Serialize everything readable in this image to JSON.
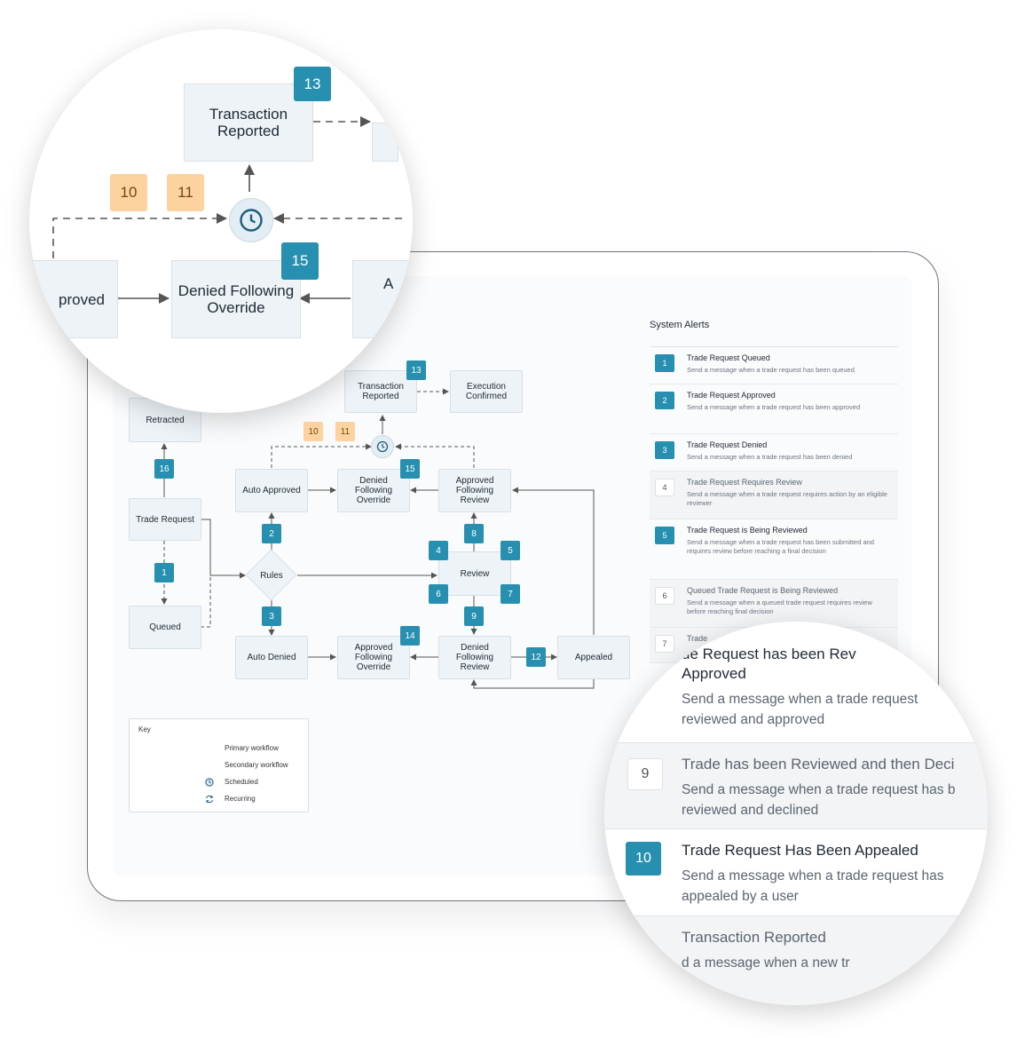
{
  "diagram": {
    "nodes": {
      "transaction_reported": "Transaction Reported",
      "execution_confirmed": "Execution Confirmed",
      "retracted": "Retracted",
      "auto_approved": "Auto Approved",
      "denied_following_override": "Denied Following Override",
      "approved_following_review": "Approved Following Review",
      "trade_request": "Trade Request",
      "rules": "Rules",
      "review": "Review",
      "queued": "Queued",
      "auto_denied": "Auto Denied",
      "approved_following_override": "Approved Following Override",
      "denied_following_review": "Denied Following Review",
      "appealed": "Appealed"
    },
    "badges": {
      "b1": "1",
      "b2": "2",
      "b3": "3",
      "b4": "4",
      "b5": "5",
      "b6": "6",
      "b7": "7",
      "b8": "8",
      "b9": "9",
      "b10": "10",
      "b11": "11",
      "b12": "12",
      "b13": "13",
      "b14": "14",
      "b15": "15",
      "b16": "16"
    }
  },
  "key": {
    "title": "Key",
    "primary": "Primary workflow",
    "secondary": "Secondary workflow",
    "scheduled": "Scheduled",
    "recurring": "Recurring"
  },
  "alerts": {
    "title": "System Alerts",
    "items": [
      {
        "num": "1",
        "title": "Trade Request Queued",
        "desc": "Send a message when a trade request has been queued"
      },
      {
        "num": "2",
        "title": "Trade Request Approved",
        "desc": "Send a message when a trade request has been approved"
      },
      {
        "num": "3",
        "title": "Trade Request Denied",
        "desc": "Send a message when a trade request has been denied"
      },
      {
        "num": "4",
        "title": "Trade Request Requires Review",
        "desc": "Send a message when a trade request requires action by an eligible reviewer"
      },
      {
        "num": "5",
        "title": "Trade Request is Being Reviewed",
        "desc": "Send a message when a trade request has been submitted and requires review before reaching a final decision"
      },
      {
        "num": "6",
        "title": "Queued Trade Request is Being Reviewed",
        "desc": "Send a message when a queued trade request requires review before reaching final decision"
      },
      {
        "num": "7",
        "title": "Trade"
      }
    ]
  },
  "zoom_top": {
    "transaction_reported": "Transaction Reported",
    "badge13": "13",
    "badge10": "10",
    "badge11": "11",
    "badge15": "15",
    "approved_partial": "proved",
    "denied_following_override": "Denied Following Override",
    "right_partial": "A"
  },
  "zoom_bottom": {
    "row8_title": "ue Request has been Rev",
    "row8_title2": "Approved",
    "row8_desc": "Send a message when a trade request",
    "row8_desc2": "reviewed and approved",
    "row9_num": "9",
    "row9_title": "Trade has been Reviewed and then Deci",
    "row9_desc": "Send a message when a trade request has b",
    "row9_desc2": "reviewed and declined",
    "row10_num": "10",
    "row10_title": "Trade Request Has Been Appealed",
    "row10_desc": "Send a message when a trade request has",
    "row10_desc2": "appealed by a user",
    "row11_title": "Transaction Reported",
    "row11_desc": "d a message when a new tr"
  },
  "colors": {
    "accent": "#2790b0",
    "scheduled_badge": "#fcd39e",
    "node_fill": "#eef3f7"
  }
}
